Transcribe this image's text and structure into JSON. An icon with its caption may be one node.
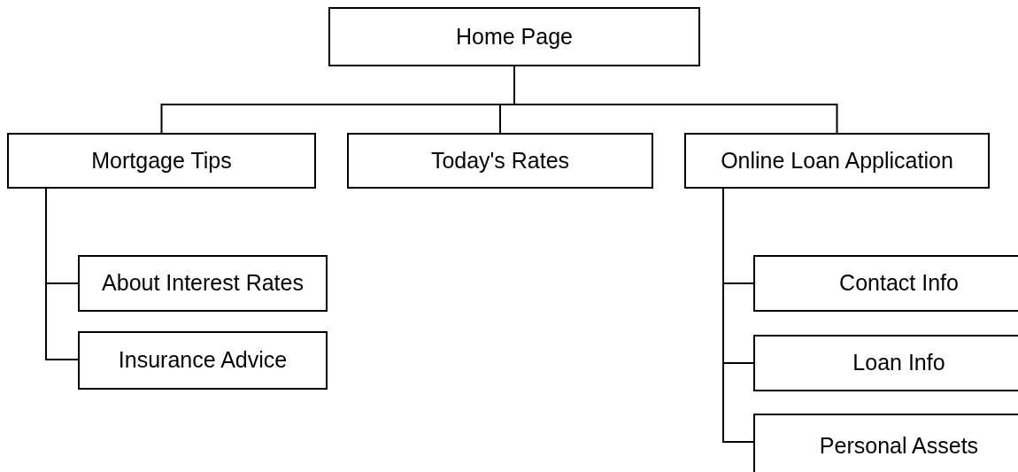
{
  "diagram": {
    "nodes": [
      {
        "text": [
          "Home Page"
        ]
      },
      {
        "text": [
          "Mortgage Tips"
        ]
      },
      {
        "text": [
          "Today's Rates"
        ]
      },
      {
        "text": [
          "Online Loan Application"
        ]
      },
      {
        "text": [
          "About Interest Rates"
        ]
      },
      {
        "text": [
          "Insurance Advice"
        ]
      },
      {
        "text": [
          "Contact Info"
        ]
      },
      {
        "text": [
          "Loan Info"
        ]
      },
      {
        "text": [
          "Personal Assets"
        ]
      }
    ],
    "edges": [
      {
        "from": 0,
        "to": 1,
        "arrow": "none"
      },
      {
        "from": 0,
        "to": 2,
        "arrow": "none"
      },
      {
        "from": 0,
        "to": 3,
        "arrow": "none"
      },
      {
        "from": 1,
        "to": 4,
        "arrow": "none"
      },
      {
        "from": 1,
        "to": 5,
        "arrow": "none"
      },
      {
        "from": 3,
        "to": 6,
        "arrow": "none"
      },
      {
        "from": 3,
        "to": 7,
        "arrow": "none"
      },
      {
        "from": 3,
        "to": 8,
        "arrow": "none"
      }
    ]
  }
}
